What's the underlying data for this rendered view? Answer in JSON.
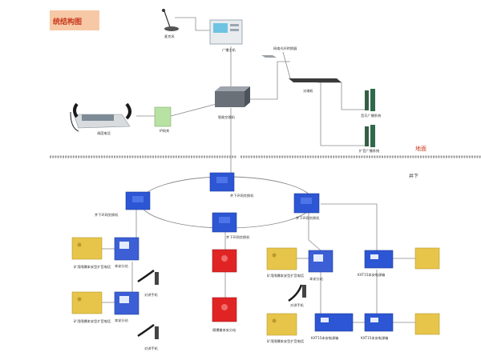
{
  "title": "统结构图",
  "ground_above": "地面",
  "ground_below": "井下",
  "labels": {
    "microphone": "麦克风",
    "broadcast_host": "广播主机",
    "fiber_converter": "网络光纤转换器",
    "optical_receiver": "光端机",
    "switch": "智能交换机",
    "dispatch_phone": "调度电话",
    "ip_gateway": "IP网关",
    "speaker_a": "音乐广播系统",
    "speaker_b": "扩音广播系统",
    "ring_switch_top": "井下环网交换机",
    "ring_switch_left": "井下环网交换机",
    "ring_switch_center": "井下环网交换机",
    "ring_switch_right": "井下环网交换机",
    "explosion_speaker": "矿用隔爆本安型扩音电话",
    "substation": "本安分站",
    "handset": "对讲手机",
    "red_unit": "隔爆兼本安分站",
    "power_box": "KXT15本安电源箱"
  },
  "colors": {
    "title_bg": "#f7c8a5",
    "accent": "#c7381c",
    "blue_box": "#2d56d4",
    "yellow_box": "#e6c54a",
    "red_box": "#e02424",
    "lines": "#808080"
  }
}
